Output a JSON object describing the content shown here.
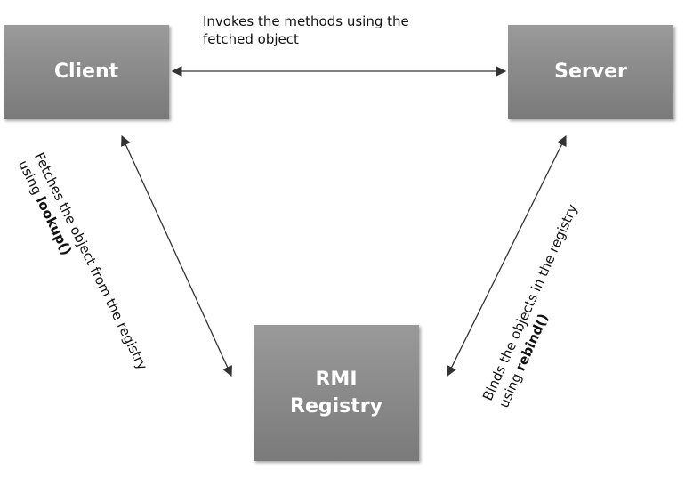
{
  "nodes": {
    "client": "Client",
    "server": "Server",
    "registry_line1": "RMI",
    "registry_line2": "Registry"
  },
  "labels": {
    "top_line1": "Invokes the methods using the",
    "top_line2": "fetched object",
    "left_line1": "Fetches the object from the registry",
    "left_line2_prefix": "using ",
    "left_line2_bold": "lookup()",
    "right_line1": "Binds the objects in the registry",
    "right_line2_prefix": "using ",
    "right_line2_bold": "rebind()"
  },
  "colors": {
    "box_fill": "#8a8a8a",
    "box_text": "#ffffff",
    "arrow": "#333333"
  }
}
